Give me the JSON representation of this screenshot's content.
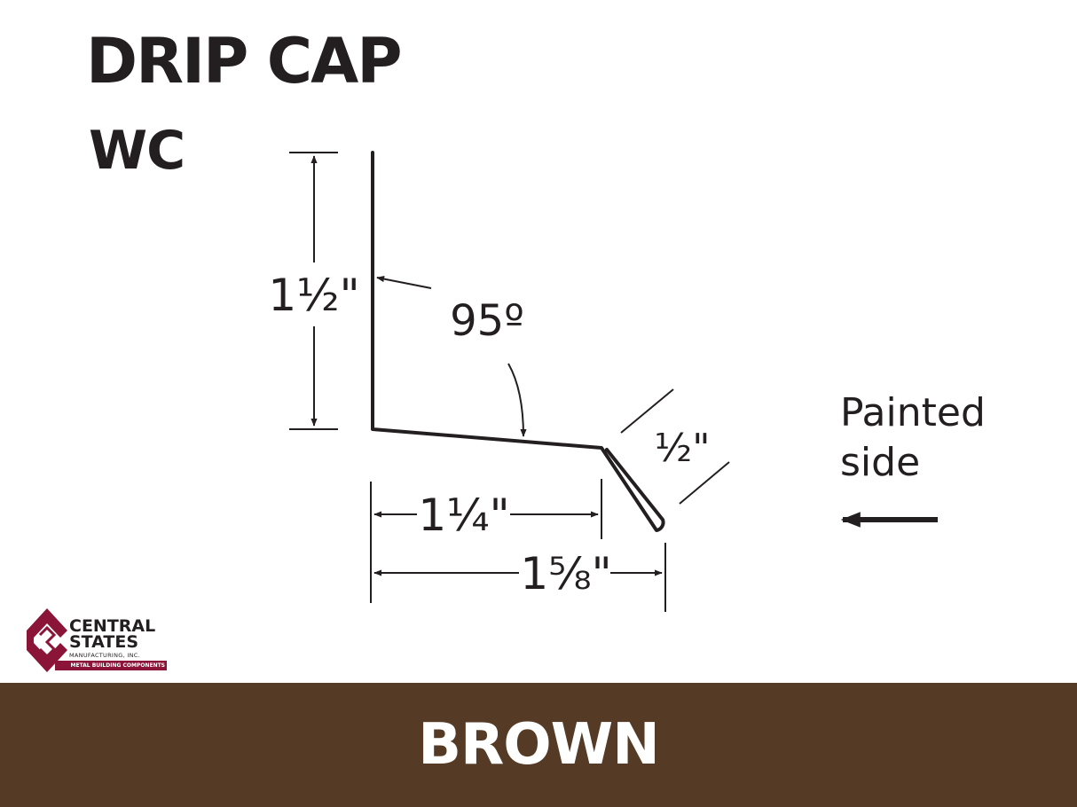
{
  "title": "DRIP CAP",
  "subtitle": "WC",
  "dimensions": {
    "vertical_leg": "1½\"",
    "angle": "95º",
    "hem": "½\"",
    "inner_width": "1¼\"",
    "overall_width": "1⅝\""
  },
  "painted_side": {
    "line1": "Painted",
    "line2": "side"
  },
  "logo": {
    "line1": "CENTRAL",
    "line2": "STATES",
    "line3": "MANUFACTURING, INC.",
    "tagline": "METAL BUILDING COMPONENTS"
  },
  "color_band": {
    "label": "BROWN",
    "color": "#553a25"
  },
  "colors": {
    "ink": "#231f20",
    "logo_red": "#8a1538"
  }
}
